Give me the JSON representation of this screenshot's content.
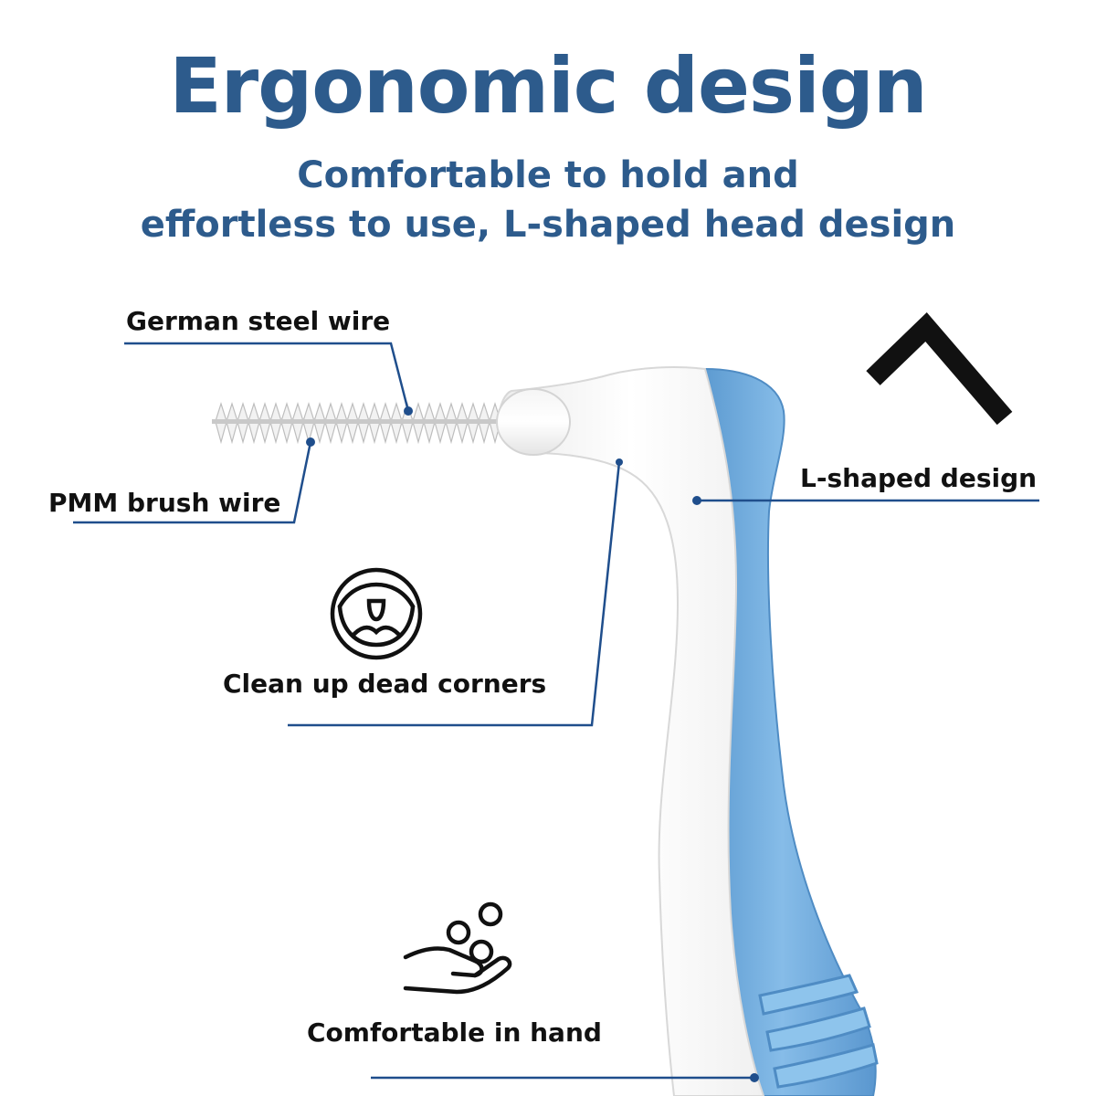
{
  "header": {
    "title": "Ergonomic design",
    "subtitle_line1": "Comfortable to hold and",
    "subtitle_line2": "effortless to use, L-shaped head design"
  },
  "callouts": {
    "steel_wire": "German steel wire",
    "brush_wire": "PMM brush wire",
    "l_shaped": "L-shaped design",
    "dead_corners": "Clean up dead corners",
    "comfortable": "Comfortable in hand"
  },
  "icons": {
    "angle": "caret-up-icon",
    "mouth": "open-mouth-icon",
    "hand": "hand-with-bubbles-icon"
  },
  "colors": {
    "heading": "#2d5b8c",
    "leader_line": "#1f4e8c",
    "handle_blue": "#74b0e2",
    "text": "#111111"
  }
}
